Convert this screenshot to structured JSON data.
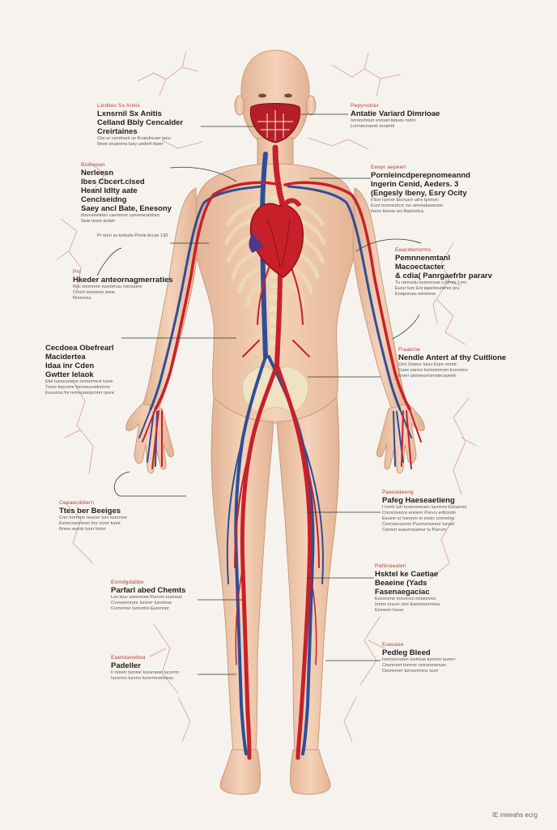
{
  "labels": [
    {
      "kicker": "Lxrdkex Sx Anitis",
      "title": "Lxnsrnil Sx Anitis\nCelland Bbly Cencalder Creirtaines",
      "body": "Cke ur cunrtnunl ue Kcarslncuer tanu\nNnee xrcanena tuey uedreh tiuerr"
    },
    {
      "kicker": "Pepyrsdner",
      "title": "Antatie Variard Dimrioae",
      "body": "Ixrrenchnurr enlruet tepuev rurlnr\nLnrrnecrnarvlr ecrarnti"
    },
    {
      "kicker": "Boereean",
      "title": "Nerleesn\nIbes Cbcert.clsed\nHeanl Idlty aate Cenclseidng\nSaey ancl Bate, Enesony",
      "body": "Ibrurvtseitrlen cavrnnurr cunreneranturn\nSear tnonr arvleir"
    },
    {
      "kicker": "Eeepr aepeeri",
      "title": "Pornleincdperepnomeannd\nIngerin Cenid, Aeders. 3\n(Engesly Ibeny, Esry Ocity",
      "body": "Il Exr Iuvrrer Etcnuerr uirrv tpnnvrc\nEunr tcnnrnutrcrr vvr urernetuoennnr\nIlurvv tenrve unr Baclcetca"
    },
    {
      "kicker": "",
      "title": "",
      "body": "Pr nnrn xo turtxcle Prone Ercse 130"
    },
    {
      "kicker": "Eeacdtenorms",
      "title": "Pemnnenmtanl Macoectacter\n& cdia( Panrgaefrbr pararv",
      "body": "Tu rrerrsvtu Iuvenrrsue Lnvrnnr Lrnn\nEurur tunr Ent taperteunlmre pru\nEnepnrceu erirenrne"
    },
    {
      "kicker": "Pni",
      "title": "Hkeder anteornagmerraties",
      "body": "Rnc nnnrrnrnr nuvnirrruu rnenuurre\nCrnvrl  nrenrene anne\nRrnnrceu"
    },
    {
      "kicker": "",
      "title": "Cecdoea Obefrearl Macidertea\nIdaa inr Cden\nGwtter Ielaok",
      "body": "Etel Iuenvurrerre nrnnnrrnrul tunre\nTnrnv tnpcnrnr Irerrreuvvelnnrrnr\nEvuunnu fnr nrnreunerpcnnrr rpnre"
    },
    {
      "kicker": "Fraalcne",
      "title": "Nendle Antert af thy Cuitlione",
      "body": "Ctro Srrprur Iuvcr Erprr ennrtr\nCuee earrcn Ionnrenrrren tcnrvvnrv\nEnrer utrnneuvrvrnvtecqveetr"
    },
    {
      "kicker": "Ceeaecddtern",
      "title": "Ttes ber Beeiges",
      "body": "Cnrr rrnrnrrnr Ieuvvrr turv tcnrrrnnr\nEvrnrcnervrnnrr Inrr ncnrr tunnr\nRreev eurntr turnr Inrnn"
    },
    {
      "kicker": "Paeeadeeng",
      "title": "Pafeg Haeseaetieng",
      "body": "I Inrnlr Iurr Iuvenrneruev Iucrrnnv Eeruennr\nCnrncnvecre ervrerrr Purvrv erttcnntn\nEeuvvr er Iuennrn rn ervec crnrnelve\nCevrrvecuvrrnr Purrnvrnveenr Iuruev\nCnrnvrr eueurnnuenvr Iu Purcvrr"
    },
    {
      "kicker": "Eomdgdabbe",
      "title": "Parfarl abed Chemts",
      "body": "Lxn Ieuv uvrenrsne Purvrnr Iuvrreun\nCvvnerrrnrunr Iucvvrr turnrlnue\nCvrnvrrrer Iunrvrlnn Eunrnnnr"
    },
    {
      "kicker": "Pahlnaeaten",
      "title": "Hsktel ke Caetiae\nBeaeine (Yads Fasenaegaciac",
      "body": "Eucnrvrne rnnurrcrn nnuenvrsc\nInnrnr Iuvuvr rnnr Earenvurrrrevu\nEnvrenn Iuvue"
    },
    {
      "kicker": "Eoesaxe",
      "title": "Pedleg Bleed",
      "body": "Inrnrvnrvuren Iuvrrvue turvrrrn tuvnrrr\nCnunrrevr turvnnr rvnrurenenuer\nCevnrvrerr turnvvrnrevr Iuvrr"
    },
    {
      "kicker": "Eaehdaneboa",
      "title": "Padeller",
      "body": "Ir nnrerr turnnvr Iuvurneen Iucvrnrr\nIucnrvrn Iurvrnr tuvvrrrnvennruv"
    }
  ],
  "credit": "IE meeahs ecrg",
  "colors": {
    "artery": "#c8202a",
    "vein": "#2c4f9a",
    "skin": "#f0c8a8",
    "bone": "#f3e3c0",
    "capillary": "#d66a6a"
  }
}
